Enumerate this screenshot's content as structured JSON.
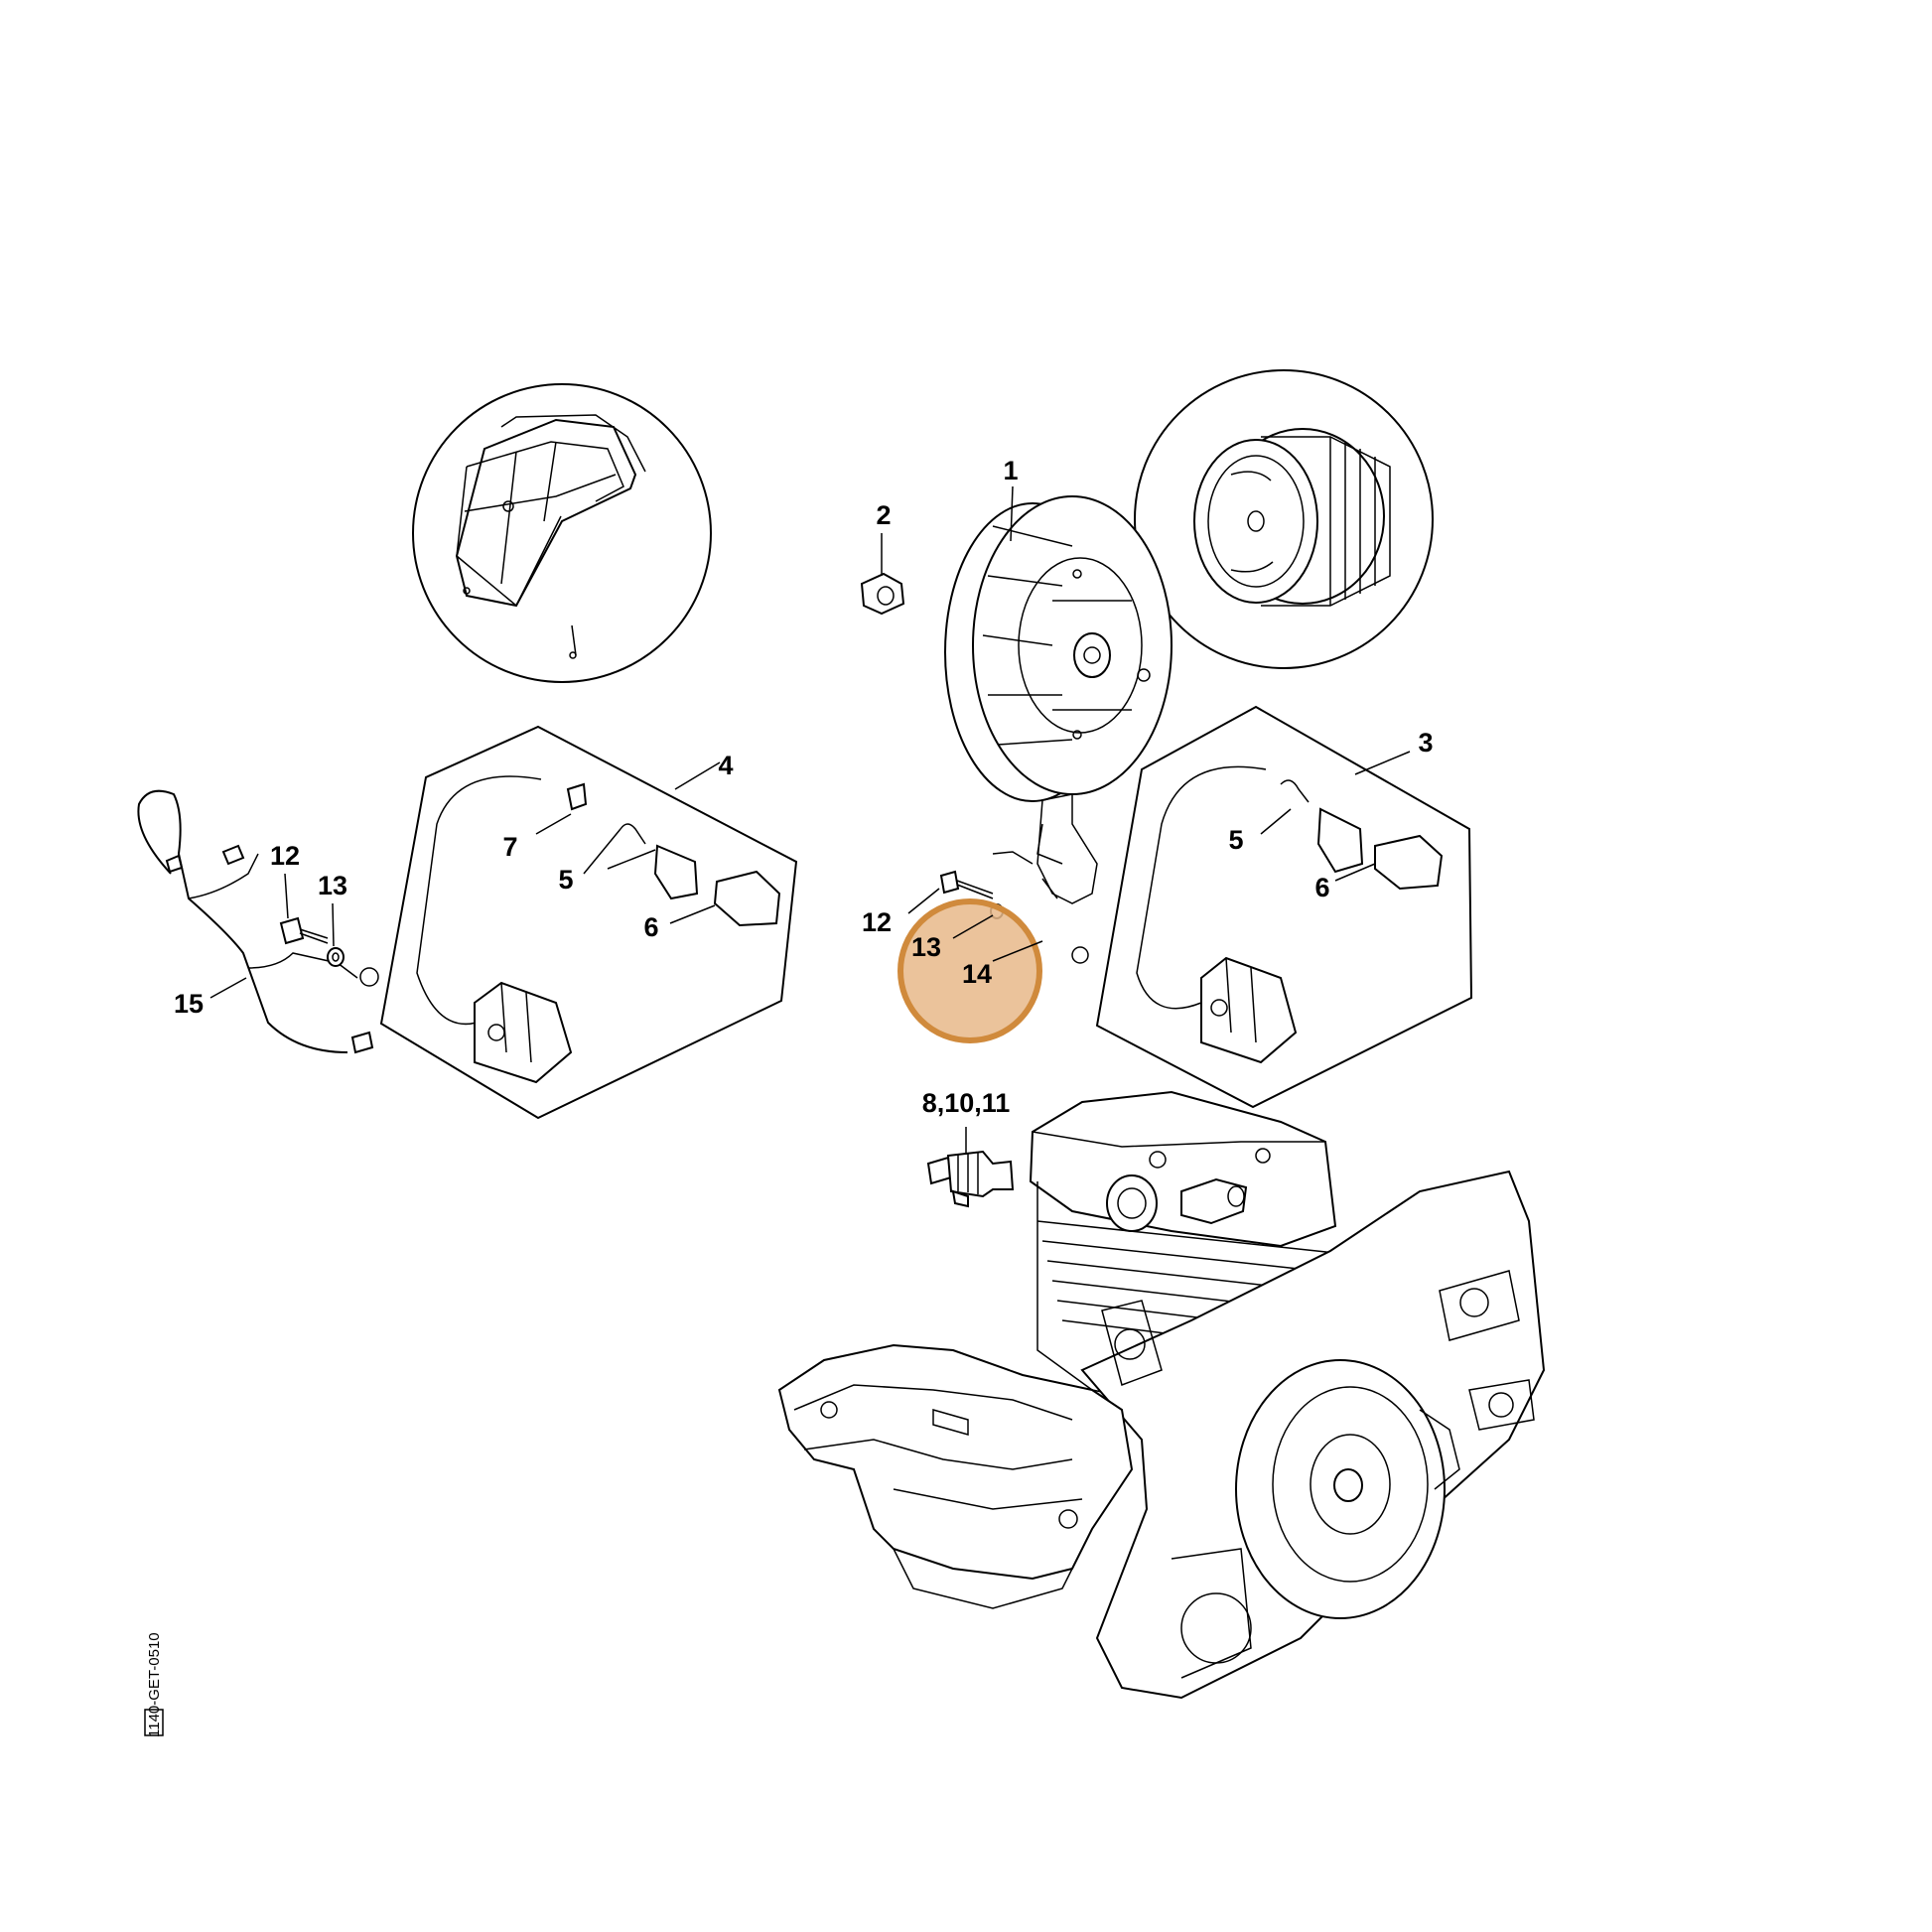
{
  "diagram": {
    "callouts": {
      "c1": "1",
      "c2": "2",
      "c3": "3",
      "c4": "4",
      "c5_left": "5",
      "c5_right": "5",
      "c6_left": "6",
      "c6_right": "6",
      "c7": "7",
      "c8_10_11": "8,10,11",
      "c12_left": "12",
      "c12_mid": "12",
      "c13_left": "13",
      "c13_mid": "13",
      "c14": "14",
      "c15": "15"
    },
    "drawing_code": "1140-GET-0510",
    "highlight_color": "#d08a3c",
    "highlight_fill": "#e8b98a",
    "line_color": "#000000",
    "background": "#ffffff"
  }
}
